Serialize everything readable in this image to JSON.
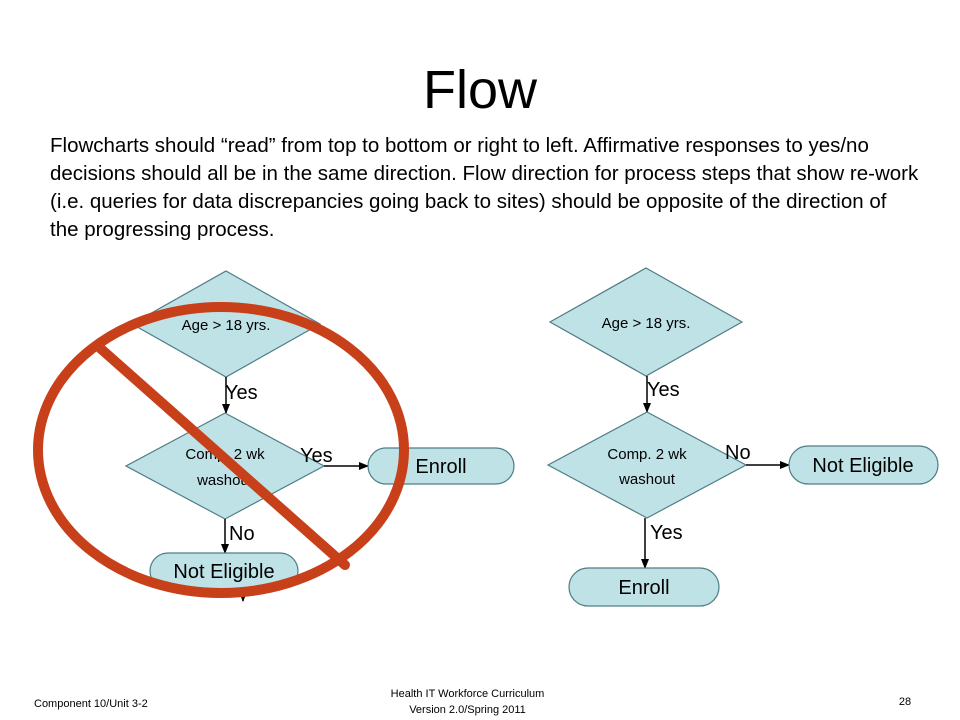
{
  "slide": {
    "title": "Flow",
    "body": "Flowcharts should “read” from top to bottom or right to left.  Affirmative responses to yes/no decisions should all be in the same direction.  Flow direction for process steps that show re-work (i.e. queries for data discrepancies going back to sites) should be opposite of the direction of the progressing process."
  },
  "colors": {
    "shape_fill": "#bfe2e6",
    "shape_stroke": "#4f7d85",
    "prohibition": "#c8401a",
    "text": "#000000"
  },
  "left_diagram": {
    "crossed_out": true,
    "decision_age": "Age > 18 yrs.",
    "decision_washout_line1": "Comp. 2 wk",
    "decision_washout_line2": "washout",
    "enroll": "Enroll",
    "not_eligible": "Not Eligible",
    "yes_label_1": "Yes",
    "yes_label_2": "Yes",
    "no_label": "No"
  },
  "right_diagram": {
    "decision_age": "Age > 18 yrs.",
    "decision_washout_line1": "Comp. 2 wk",
    "decision_washout_line2": "washout",
    "enroll": "Enroll",
    "not_eligible": "Not Eligible",
    "yes_label_1": "Yes",
    "no_label": "No",
    "yes_label_2": "Yes"
  },
  "footer": {
    "left": "Component 10/Unit 3-2",
    "center_line1": "Health IT Workforce Curriculum",
    "center_line2": "Version 2.0/Spring 2011",
    "page_number": "28"
  }
}
